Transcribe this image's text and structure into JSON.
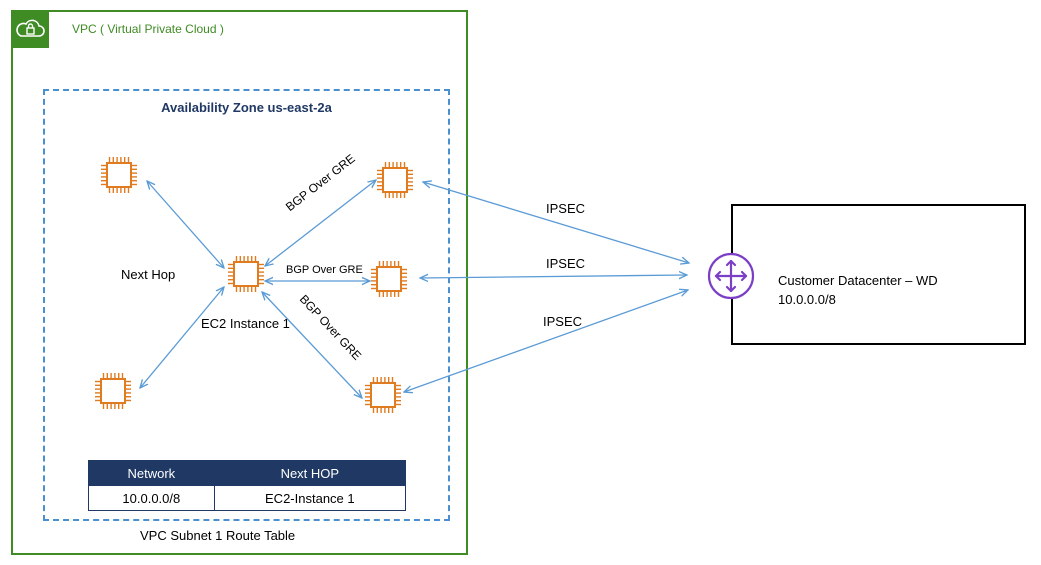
{
  "vpc": {
    "label": "VPC ( Virtual Private Cloud )",
    "icon": "vpc-lock-cloud-icon"
  },
  "availability_zone": {
    "label": "Availability Zone  us-east-2a"
  },
  "instances": {
    "main_label": "EC2 Instance 1",
    "icon": "ec2-chip-icon"
  },
  "edges": {
    "next_hop": "Next Hop",
    "bgp_top": "BGP Over GRE",
    "bgp_middle": "BGP Over GRE",
    "bgp_bottom": "BGP Over GRE",
    "ipsec_top": "IPSEC",
    "ipsec_middle": "IPSEC",
    "ipsec_bottom": "IPSEC"
  },
  "route_table": {
    "headers": [
      "Network",
      "Next HOP"
    ],
    "rows": [
      [
        "10.0.0.0/8",
        "EC2-Instance 1"
      ]
    ],
    "caption": "VPC Subnet 1 Route Table"
  },
  "datacenter": {
    "name": "Customer Datacenter – WD",
    "cidr": "10.0.0.0/8",
    "icon": "router-icon"
  },
  "colors": {
    "vpc_green": "#3f8b24",
    "az_blue": "#4a8fd0",
    "ec2_orange": "#e07b20",
    "table_header": "#1f3864",
    "router_purple": "#7b3fc7",
    "arrow_blue": "#5b9bd5"
  }
}
